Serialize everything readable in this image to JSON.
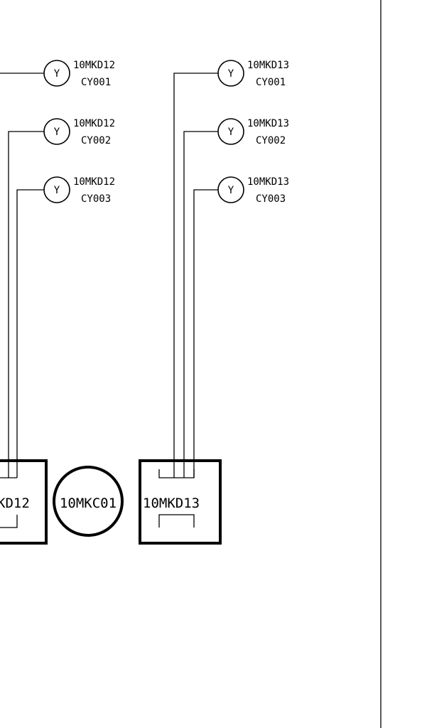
{
  "sensor_symbol": "Y",
  "sensors": [
    {
      "tag": "10MKD12",
      "id": "CY001"
    },
    {
      "tag": "10MKD12",
      "id": "CY002"
    },
    {
      "tag": "10MKD12",
      "id": "CY003"
    },
    {
      "tag": "10MKD13",
      "id": "CY001"
    },
    {
      "tag": "10MKD13",
      "id": "CY002"
    },
    {
      "tag": "10MKD13",
      "id": "CY003"
    }
  ],
  "equipment": {
    "left_box": "KD12",
    "center_circle": "10MKC01",
    "right_box": "10MKD13"
  }
}
